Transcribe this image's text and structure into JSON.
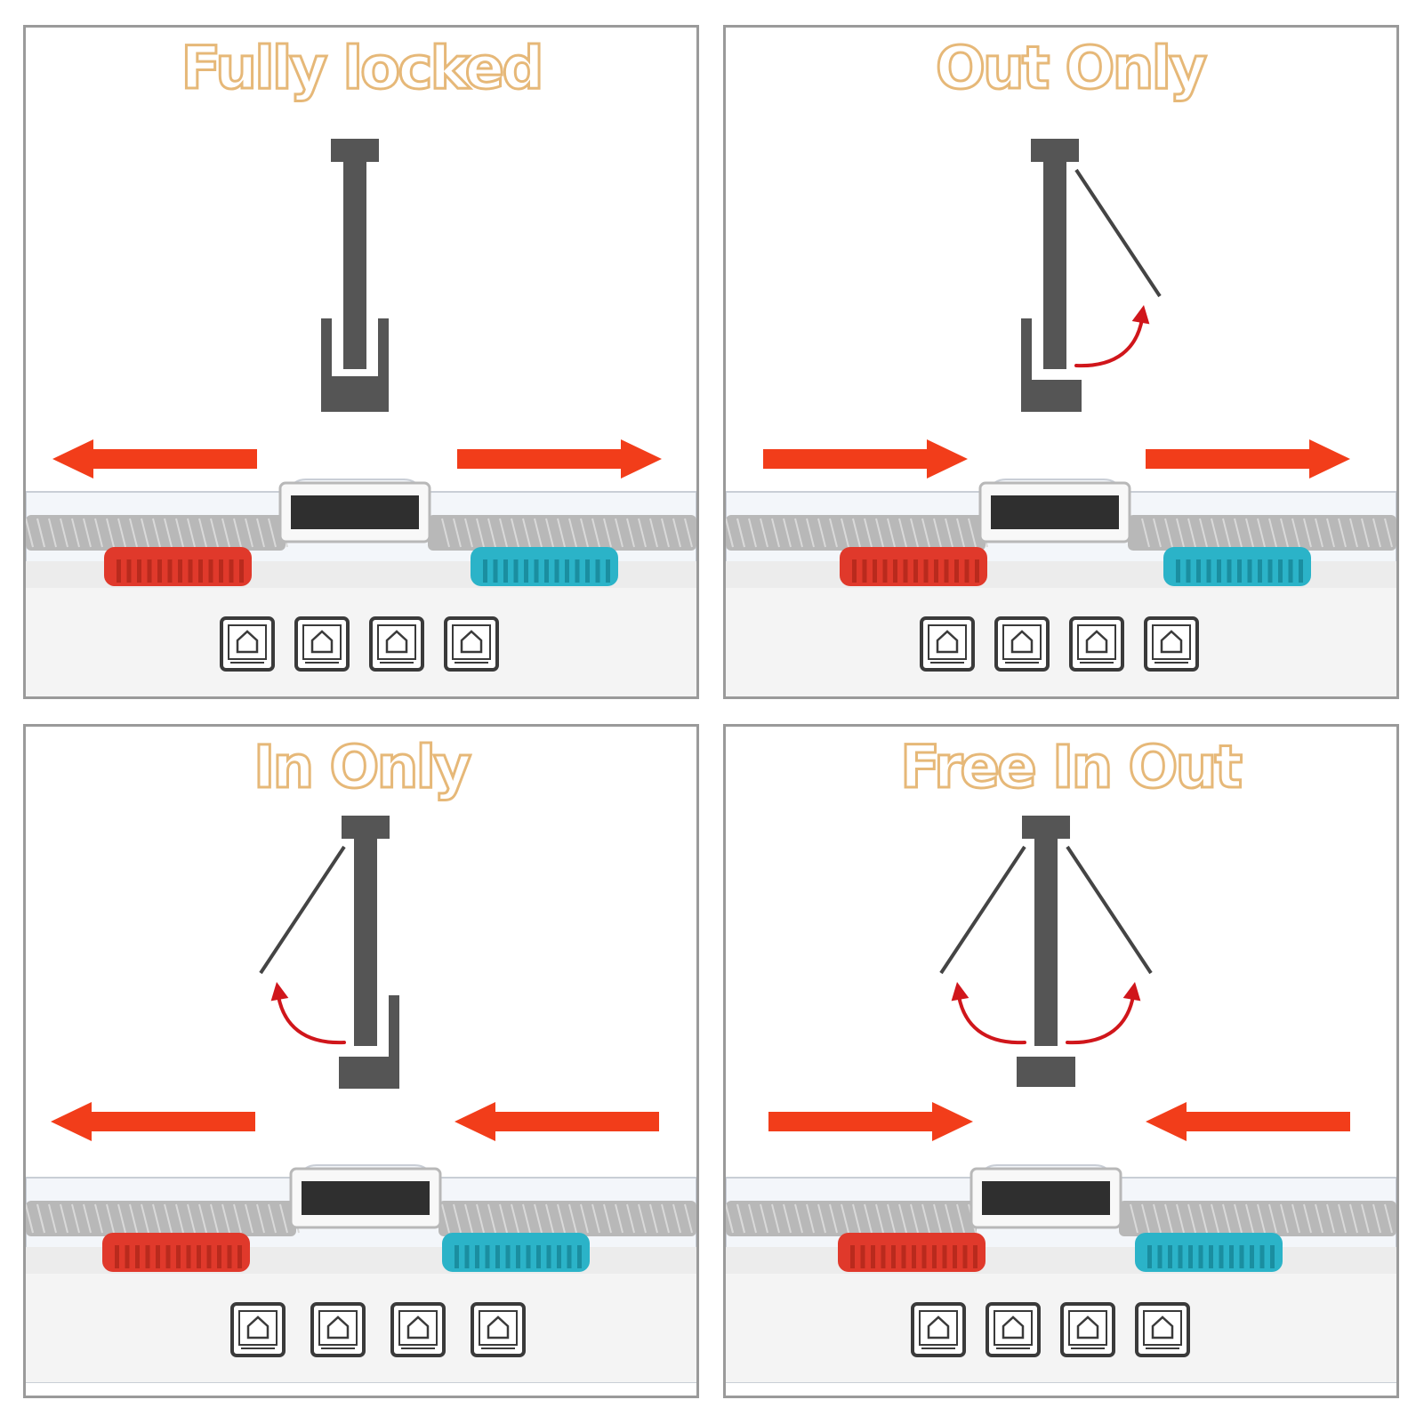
{
  "colors": {
    "title_outline": "#e6b878",
    "arrow": "#f23d1a",
    "door_frame": "#555555",
    "flap_line": "#444444",
    "curved_arrow": "#d0161b",
    "red_slider": "#e0392b",
    "blue_slider": "#2bb3c8",
    "brush": "#b8b8b8"
  },
  "panels": [
    {
      "title": "Fully locked",
      "mode": "locked",
      "left_arrow": "left",
      "right_arrow": "right",
      "icons": [
        "house-lock-icon",
        "house-in-icon",
        "house-out-icon",
        "house-exit-icon"
      ]
    },
    {
      "title": "Out Only",
      "mode": "out",
      "left_arrow": "right",
      "right_arrow": "right",
      "icons": [
        "house-lock-icon",
        "house-in-icon",
        "house-out-icon",
        "house-exit-icon"
      ]
    },
    {
      "title": "In Only",
      "mode": "in",
      "left_arrow": "left",
      "right_arrow": "left",
      "icons": [
        "house-lock-icon",
        "house-in-icon",
        "house-out-icon",
        "house-exit-icon"
      ]
    },
    {
      "title": "Free In Out",
      "mode": "free",
      "left_arrow": "right",
      "right_arrow": "left",
      "icons": [
        "house-lock-icon",
        "house-in-icon",
        "house-out-icon",
        "house-exit-icon"
      ]
    }
  ]
}
